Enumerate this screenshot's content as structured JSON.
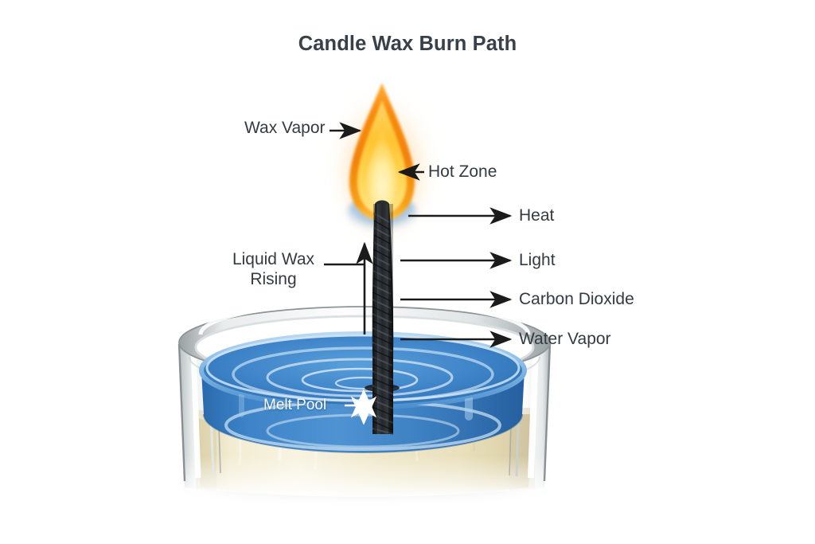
{
  "page": {
    "title": "Candle Wax Burn Path",
    "background_color": "#ffffff",
    "text_color": "#333b42"
  },
  "labels": {
    "wax_vapor": "Wax Vapor",
    "hot_zone": "Hot Zone",
    "heat": "Heat",
    "light": "Light",
    "carbon_dioxide": "Carbon Dioxide",
    "water_vapor": "Water Vapor",
    "liquid_wax_rising": "Liquid Wax Rising",
    "melt_pool": "Melt Pool"
  },
  "colors": {
    "title": "#384049",
    "label": "#333b42",
    "arrow": "#1b1b1b",
    "flame_outer": "#f07d10",
    "flame_mid": "#ffae1a",
    "flame_core": "#ffe98a",
    "flame_base_blue": "#6fa9d8",
    "melt_pool": "#3b7fc4",
    "melt_pool_light": "#8fc0e8",
    "melt_pool_dark": "#2a6aad",
    "wax_solid": "#ece3c4",
    "wax_solid_light": "#f7f2dd",
    "glass": "#d7dbdc",
    "wick": "#1e2022"
  },
  "parts": {
    "flame": "flame",
    "wick": "wick",
    "melt_pool": "melt-pool",
    "solid_wax": "solid-wax",
    "glass_jar": "glass-jar"
  },
  "annotations": [
    {
      "name": "wax-vapor",
      "direction": "right",
      "target": "flame"
    },
    {
      "name": "hot-zone",
      "direction": "left",
      "target": "flame"
    },
    {
      "name": "heat",
      "direction": "right",
      "target": "outside"
    },
    {
      "name": "light",
      "direction": "right",
      "target": "outside"
    },
    {
      "name": "carbon-dioxide",
      "direction": "right",
      "target": "outside"
    },
    {
      "name": "water-vapor",
      "direction": "right",
      "target": "outside"
    },
    {
      "name": "liquid-wax-rising",
      "direction": "up",
      "target": "wick"
    },
    {
      "name": "melt-pool",
      "direction": "up-down",
      "target": "melt-pool"
    }
  ]
}
